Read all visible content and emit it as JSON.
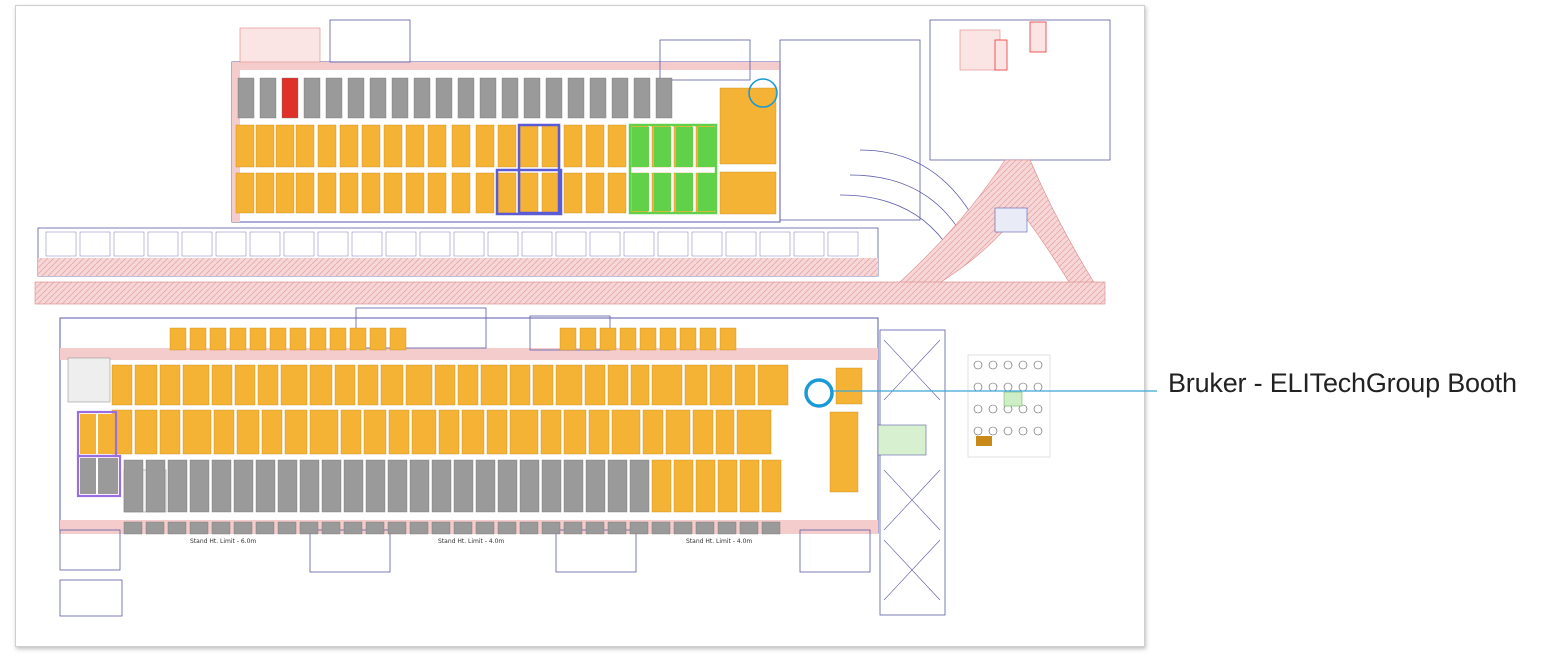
{
  "map": {
    "callout": {
      "label": "Bruker - ELITechGroup Booth",
      "marker_color": "#1a9ad6",
      "line_color": "#3aa7d8"
    },
    "stand_height_notes": [
      "Stand Ht. Limit - 6.0m",
      "Stand Ht. Limit - 4.0m",
      "Stand Ht. Limit - 4.0m"
    ],
    "colors": {
      "booth": "#f5b335",
      "booth_unassigned": "#9a9a9a",
      "booth_highlight_red": "#e0302a",
      "pavilion_blue": "#5b5bd6",
      "pavilion_green": "#62d14a",
      "pavilion_purple": "#9a6ee0",
      "corridor": "#f4cccc",
      "walls": "#5a5aa8"
    }
  }
}
